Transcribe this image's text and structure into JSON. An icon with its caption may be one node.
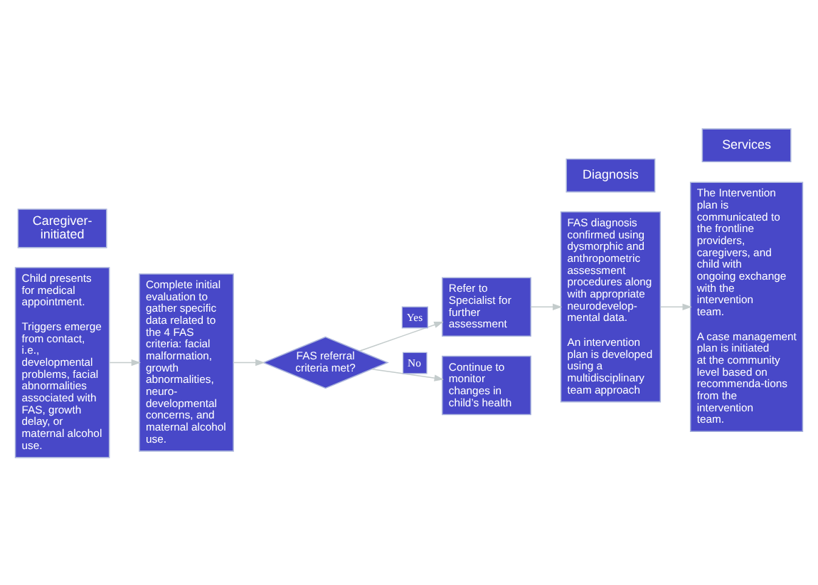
{
  "diagram": {
    "nodes": [
      {
        "text": [
          "Caregiver-initiated"
        ]
      },
      {
        "text": [
          "Child presents for medical appointment.",
          "Triggers emerge from contact, i.e., developmental problems, facial abnormalities associated with FAS, growth delay, or maternal alcohol use."
        ]
      },
      {
        "text": [
          "Complete initial evaluation to gather specific data related to the 4 FAS criteria: facial malformation, growth abnormalities, neuro-developmental concerns, and maternal alcohol use."
        ]
      },
      {
        "text": [
          "Refer to Specialist for further assessment"
        ]
      },
      {
        "text": [
          "FAS referral criteria met?"
        ]
      },
      {
        "text": [
          "Continue to monitor changes in child’s health"
        ]
      },
      {
        "text": [
          "Diagnosis"
        ]
      },
      {
        "text": [
          "FAS diagnosis confirmed using dysmorphic and anthropometric assessment procedures along with appropriate neurodevelop-mental data.",
          "An intervention plan is developed using a multidisciplinary team approach"
        ]
      },
      {
        "text": [
          "Services"
        ]
      },
      {
        "text": [
          "The Intervention plan is communicated to the frontline providers, caregivers, and child with ongoing exchange with the intervention team.",
          "A case management plan is initiated at the community level based on recommenda-tions from the intervention team."
        ]
      }
    ],
    "edges": [
      {
        "from": 1,
        "to": 2,
        "arrow": "to"
      },
      {
        "from": 2,
        "to": 4,
        "arrow": "to"
      },
      {
        "from": 4,
        "to": 3,
        "arrow": "to",
        "label": "Yes"
      },
      {
        "from": 4,
        "to": 5,
        "arrow": "to",
        "label": "No"
      },
      {
        "from": 3,
        "to": 7,
        "arrow": "to"
      },
      {
        "from": 7,
        "to": 9,
        "arrow": "to"
      }
    ]
  }
}
